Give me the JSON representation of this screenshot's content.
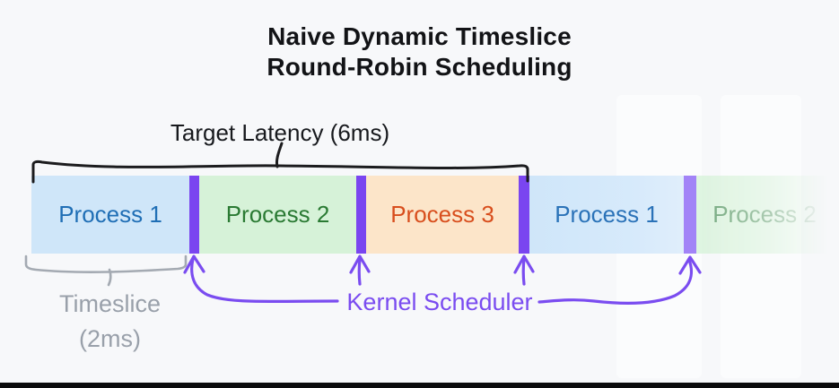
{
  "title": {
    "line1": "Naive Dynamic Timeslice",
    "line2": "Round-Robin Scheduling"
  },
  "annotations": {
    "target_latency_label": "Target Latency (6ms)",
    "timeslice_label_line1": "Timeslice",
    "timeslice_label_line2": "(2ms)",
    "kernel_scheduler_label": "Kernel Scheduler"
  },
  "timeline": {
    "segments": [
      {
        "label": "Process 1",
        "bg": "#cfe6f9",
        "text_color": "#1f6eb5",
        "faded": false
      },
      {
        "label": "Process 2",
        "bg": "#d6f2d8",
        "text_color": "#2a7a33",
        "faded": false
      },
      {
        "label": "Process 3",
        "bg": "#fce5c9",
        "text_color": "#d84e1d",
        "faded": false
      },
      {
        "label": "Process 1",
        "bg": "#cfe6f9",
        "text_color": "#2a72b8",
        "faded": false
      },
      {
        "label": "Process 2",
        "bg": "#d6f2d8",
        "text_color": "#4d9159",
        "faded": true
      }
    ],
    "preemption_markers": 4,
    "marker_color": "#7a45f0",
    "faded_marker_color": "#a283f7"
  },
  "colors": {
    "background": "#f7f8fa",
    "title_text": "#121316",
    "target_latency_brace": "#1c1c1e",
    "timeslice_brace": "#a4aab2",
    "timeslice_text": "#99a0aa",
    "kernel_scheduler": "#7a4cf0",
    "bottom_border": "#0b0b0c"
  }
}
